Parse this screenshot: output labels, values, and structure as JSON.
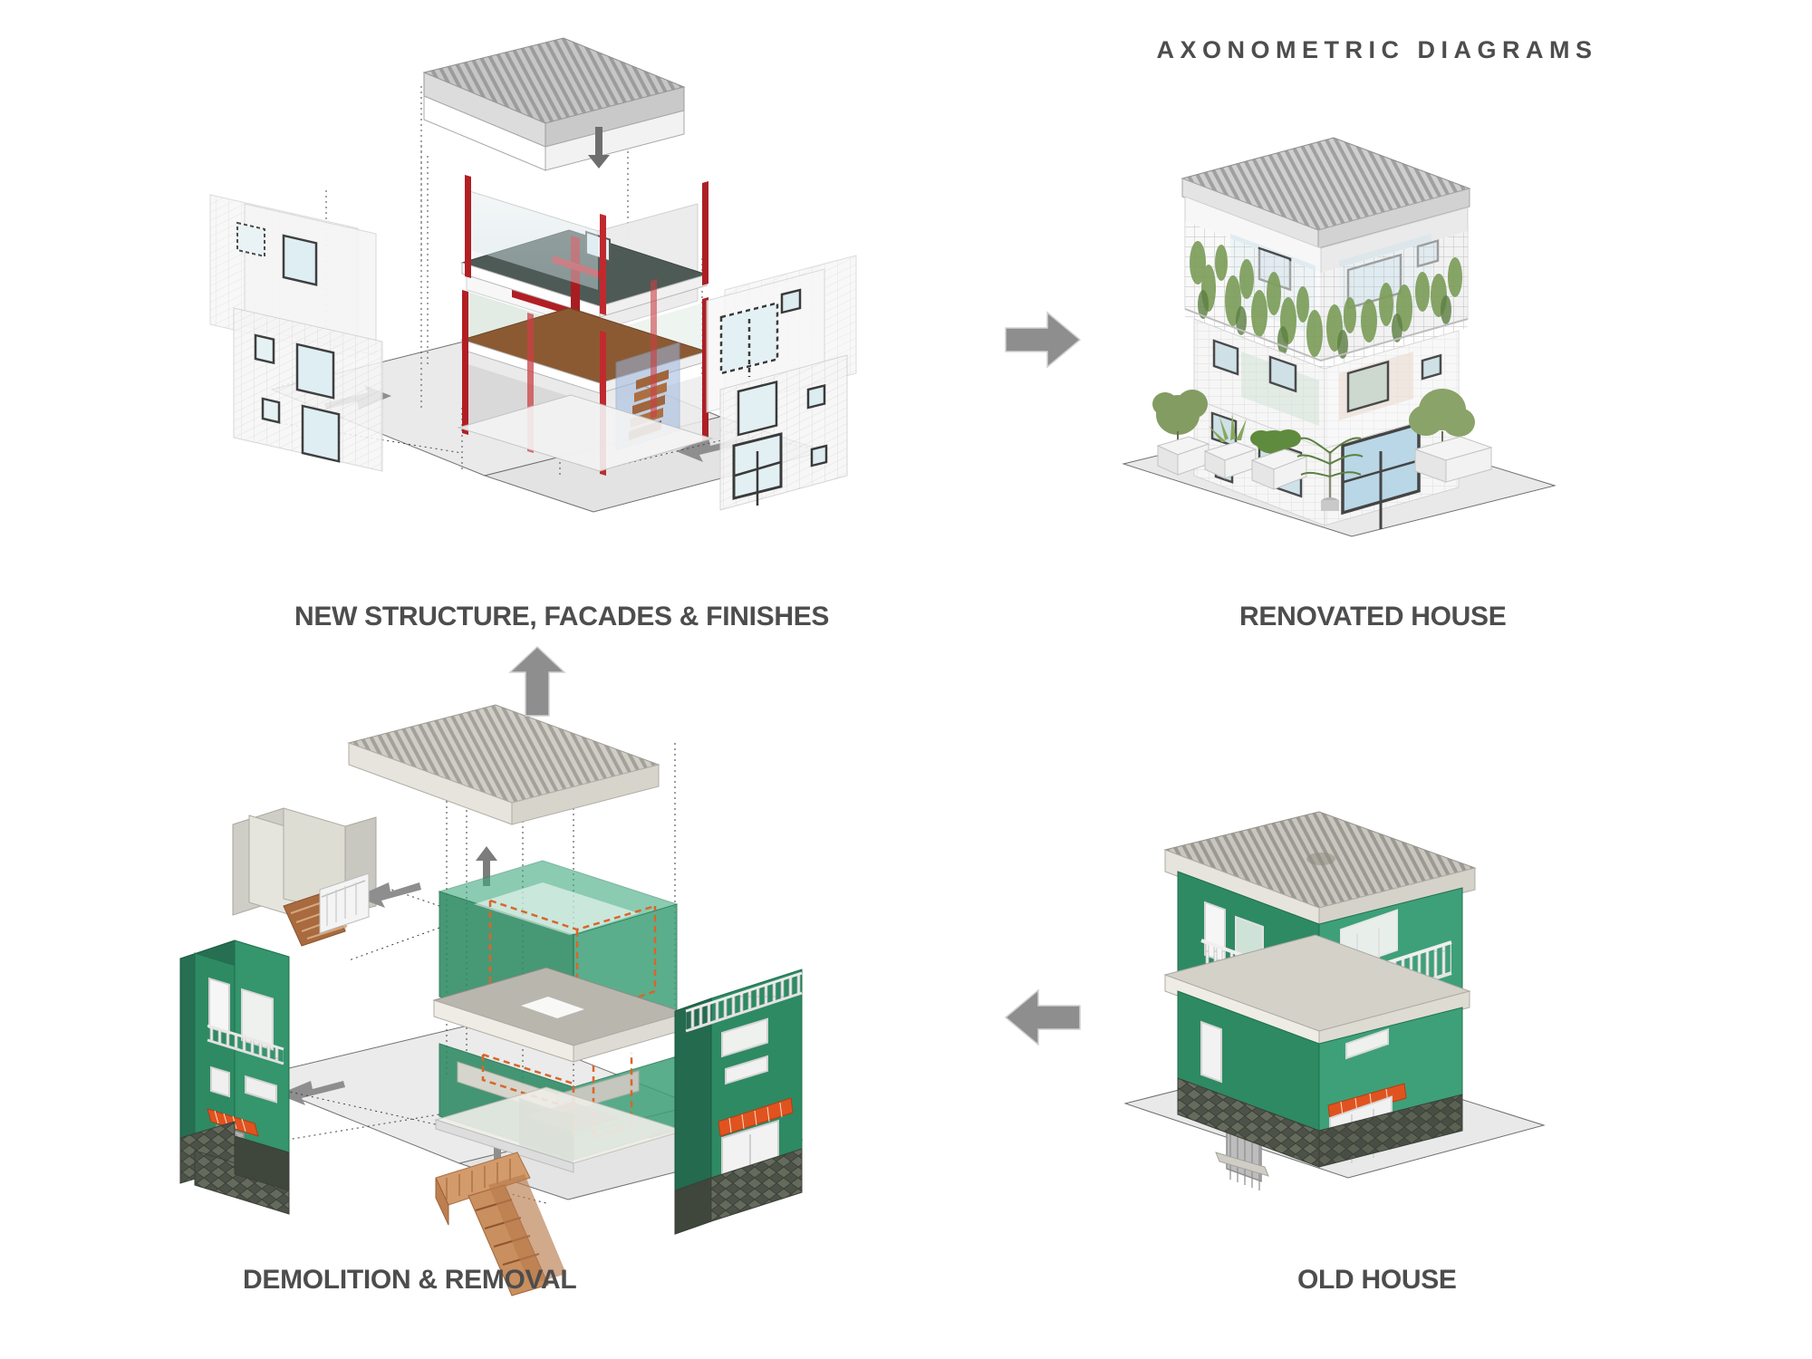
{
  "document": {
    "title": "AXONOMETRIC DIAGRAMS",
    "background": "#ffffff"
  },
  "panels": [
    {
      "id": "new-structure",
      "caption": "NEW STRUCTURE, FACADES & FINISHES",
      "position": "top-left",
      "description": "Exploded axonometric of renovated house showing new roof slab, red steel structure, white tiled facade panels and interior finishes",
      "elements": [
        "corrugated-roof-slab",
        "red-steel-columns",
        "red-steel-beams",
        "floor-slabs",
        "glass-volume",
        "wooden-staircase",
        "white-tiled-facade-panel-left",
        "white-tiled-facade-panel-right",
        "ground-plane",
        "assembly-arrows",
        "dotted-construction-lines"
      ]
    },
    {
      "id": "renovated-house",
      "caption": "RENOVATED HOUSE",
      "position": "top-right",
      "description": "Completed renovated three-storey house with white tile facade, planted trellis terrace and street planters",
      "elements": [
        "corrugated-roof",
        "white-tile-facade",
        "green-trellis-planting",
        "dark-framed-windows",
        "glazed-shopfront",
        "street-planters",
        "ground-plane"
      ]
    },
    {
      "id": "demolition",
      "caption": "DEMOLITION & REMOVAL",
      "position": "bottom-left",
      "description": "Exploded axonometric of existing house showing elements to be demolished and removed: roof slab, partition walls, stairs, balcony and green facades",
      "elements": [
        "existing-concrete-roof-slab",
        "green-structure-volume",
        "orange-dashed-demolition-outline",
        "removed-partition-walls",
        "removed-wooden-staircase",
        "green-facade-panel-left",
        "green-facade-panel-right",
        "balcony-railing",
        "orange-awnings",
        "stone-rubble-base",
        "ground-plane",
        "removal-arrows",
        "dotted-construction-lines"
      ]
    },
    {
      "id": "old-house",
      "caption": "OLD HOUSE",
      "position": "bottom-right",
      "description": "Existing three-storey green painted house with balcony railing, orange awnings and stone base",
      "elements": [
        "corrugated-roof",
        "green-painted-facade",
        "concrete-balcony-slab",
        "white-balcony-railing",
        "orange-awnings",
        "metal-gate",
        "stone-rubble-base",
        "ground-plane"
      ]
    }
  ],
  "flow_arrows": [
    {
      "id": "arrow-demolition-to-new-structure",
      "direction": "up",
      "label": "",
      "color": "#8e8e8e"
    },
    {
      "id": "arrow-new-structure-to-renovated",
      "direction": "right",
      "label": "",
      "color": "#8e8e8e"
    },
    {
      "id": "arrow-old-house-to-demolition",
      "direction": "left",
      "label": "",
      "color": "#8e8e8e"
    }
  ],
  "palette": {
    "text": "#4d4d4d",
    "arrow_gray": "#8e8e8e",
    "ground_plane": "#e9e9e9",
    "ground_outline": "#6e6e6e",
    "old_green_light": "#3d9b72",
    "old_green": "#2b8560",
    "old_green_dark": "#1d6e4e",
    "concrete": "#e2e0da",
    "concrete_dark": "#c9c6bf",
    "roof_metal": "#9a9a9a",
    "roof_metal_light": "#d6d6d6",
    "white_tile": "#f3f3f3",
    "tile_line": "#d8d8d8",
    "window_frame": "#4a4a4a",
    "glass": "#dfeef2",
    "glass_blue": "#b9d7e6",
    "red_steel": "#b11f24",
    "red_steel_light": "#d8494c",
    "awning_orange": "#e0531f",
    "wood": "#b06a3c",
    "wood_light": "#d39a6b",
    "demo_dashed": "#d9662a",
    "stone_base": "#4e5448",
    "plant_green": "#7a9e5c",
    "plant_green_dark": "#4e6e3a"
  }
}
